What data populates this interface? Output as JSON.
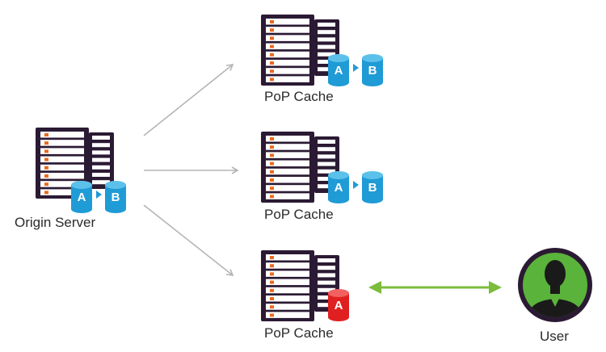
{
  "diagram": {
    "origin": {
      "label": "Origin Server",
      "db_from": "A",
      "db_to": "B"
    },
    "pops": [
      {
        "label": "PoP Cache",
        "db_from": "A",
        "db_to": "B",
        "state": "synced"
      },
      {
        "label": "PoP Cache",
        "db_from": "A",
        "db_to": "B",
        "state": "synced"
      },
      {
        "label": "PoP Cache",
        "db_from": "A",
        "db_to": "",
        "state": "stale"
      }
    ],
    "user": {
      "label": "User"
    },
    "colors": {
      "server_dark": "#2b1a33",
      "server_light": "#ffffff",
      "led": "#e86b1f",
      "db_blue": "#1f9bd6",
      "db_blue_top": "#5cc1ea",
      "db_red": "#e02020",
      "db_red_top": "#f26060",
      "arrow_gray": "#b5b5b5",
      "arrow_green": "#7cbc3c",
      "user_ring": "#2b1a33",
      "user_bg": "#5ab33a",
      "user_figure": "#1a1a1a"
    },
    "icons": [
      "server-icon",
      "database-icon",
      "play-triangle-icon",
      "user-avatar-icon"
    ]
  }
}
